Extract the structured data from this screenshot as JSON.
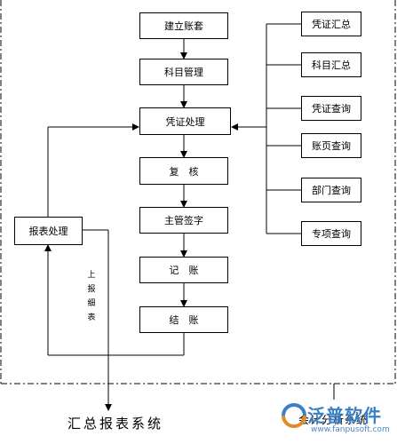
{
  "main_flow": [
    "建立账套",
    "科目管理",
    "凭证处理",
    "复　核",
    "主管签字",
    "记　账",
    "结　账"
  ],
  "query_boxes": [
    "凭证汇总",
    "科目汇总",
    "凭证查询",
    "账页查询",
    "部门查询",
    "专项查询"
  ],
  "report_box": "报表处理",
  "upload_note": [
    "上",
    "报",
    "细",
    "表"
  ],
  "bottom_left_label": "汇总报表系统",
  "bottom_right_label": "会计分析系统",
  "logo": {
    "name": "泛普软件",
    "url": "www.fanpusoft.com"
  }
}
